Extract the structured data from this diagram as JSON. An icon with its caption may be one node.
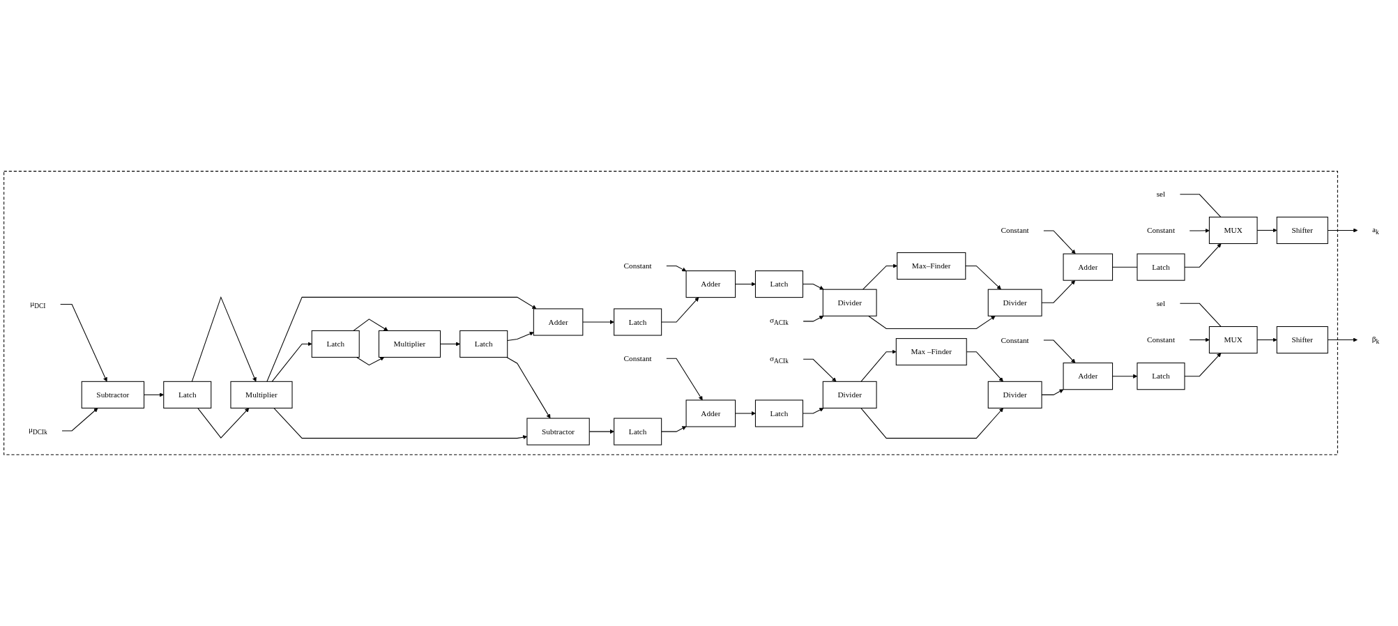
{
  "diagram": {
    "nodes": [
      {
        "text": [],
        "shape": "box"
      },
      {
        "text": [
          "μ$_{DCIk}$"
        ],
        "in": 0
      },
      {
        "text": [
          "μ$_{DCI}$"
        ],
        "in": 0
      },
      {
        "text": [
          "Subtractor"
        ],
        "in": 0
      },
      {
        "text": [
          "Latch"
        ],
        "in": 0
      },
      {
        "text": [
          "Multiplier"
        ],
        "in": 0
      },
      {
        "text": [
          "Latch"
        ],
        "in": 0
      },
      {
        "text": [
          "Multiplier"
        ],
        "in": 0
      },
      {
        "text": [
          "Latch"
        ],
        "in": 0
      },
      {
        "text": [
          "σ$_{ACIk}$"
        ],
        "in": 0
      },
      {
        "text": [
          "Divider"
        ],
        "in": 0
      },
      {
        "text": [
          "Latch"
        ],
        "in": 0
      },
      {
        "text": [
          "Adder"
        ],
        "in": 0
      },
      {
        "text": [
          "Constant"
        ],
        "in": 0
      },
      {
        "text": [
          "Latch"
        ],
        "in": 0
      },
      {
        "text": [
          "Adder"
        ],
        "in": 0
      },
      {
        "text": [
          "Subtractor"
        ],
        "in": 0
      },
      {
        "text": [
          "Latch"
        ],
        "in": 0
      },
      {
        "text": [
          "Adder"
        ],
        "in": 0
      },
      {
        "text": [
          "Constant"
        ],
        "in": 0
      },
      {
        "text": [
          "Latch"
        ],
        "in": 0
      },
      {
        "text": [
          "Divider"
        ],
        "in": 0
      },
      {
        "text": [
          "σ$_{ACIk}$"
        ],
        "in": 0
      },
      {
        "text": [
          "Max–Finder"
        ],
        "in": 0
      },
      {
        "text": [
          "Max –Finder"
        ],
        "in": 0
      },
      {
        "text": [
          "sel"
        ],
        "in": 0
      },
      {
        "text": [
          "Shifter"
        ],
        "in": 0
      },
      {
        "text": [
          "MUX"
        ],
        "in": 0
      },
      {
        "text": [
          "Latch"
        ],
        "in": 0
      },
      {
        "text": [
          "Adder"
        ],
        "in": 0
      },
      {
        "text": [
          "Divider"
        ],
        "in": 0
      },
      {
        "text": [
          "Constant"
        ],
        "in": 0
      },
      {
        "text": [
          "Constant"
        ],
        "in": 0
      },
      {
        "text": [
          "Divider"
        ],
        "in": 0
      },
      {
        "text": [
          "Adder"
        ],
        "in": 0
      },
      {
        "text": [
          "Latch"
        ],
        "in": 0
      },
      {
        "text": [
          "sel"
        ],
        "in": 0
      },
      {
        "text": [
          "MUX"
        ],
        "in": 0
      },
      {
        "text": [
          "Shifter"
        ],
        "in": 0
      },
      {
        "text": [
          "Constant"
        ],
        "in": 0
      },
      {
        "text": [
          "Constant"
        ],
        "in": 0
      },
      {
        "text": [
          "a$_{k}$"
        ]
      },
      {
        "text": [
          "β$_{k}$"
        ]
      }
    ],
    "edges": [
      {
        "from": 1,
        "to": 3,
        "arrow": "to"
      },
      {
        "from": 2,
        "to": 3,
        "arrow": "to"
      },
      {
        "from": 3,
        "to": 4,
        "arrow": "to"
      },
      {
        "from": 4,
        "to": 5,
        "arrow": "to"
      },
      {
        "from": 4,
        "to": 5,
        "arrow": "to"
      },
      {
        "from": 5,
        "to": 6,
        "arrow": "to"
      },
      {
        "from": 6,
        "to": 7,
        "arrow": "to"
      },
      {
        "from": 6,
        "to": 7,
        "arrow": "to"
      },
      {
        "from": 7,
        "to": 8,
        "arrow": "to"
      },
      {
        "from": 8,
        "to": 15,
        "arrow": "to"
      },
      {
        "from": 5,
        "to": 15,
        "arrow": "to"
      },
      {
        "from": 5,
        "to": 16,
        "arrow": "to"
      },
      {
        "from": 8,
        "to": 16,
        "arrow": "to"
      },
      {
        "from": 9,
        "to": 10,
        "arrow": "to"
      },
      {
        "from": 15,
        "to": 14,
        "arrow": "to"
      },
      {
        "from": 14,
        "to": 12,
        "arrow": "to"
      },
      {
        "from": 13,
        "to": 12,
        "arrow": "to"
      },
      {
        "from": 12,
        "to": 11,
        "arrow": "to"
      },
      {
        "from": 11,
        "to": 10,
        "arrow": "to"
      },
      {
        "from": 16,
        "to": 17,
        "arrow": "to"
      },
      {
        "from": 17,
        "to": 18,
        "arrow": "to"
      },
      {
        "from": 19,
        "to": 18,
        "arrow": "to"
      },
      {
        "from": 18,
        "to": 20,
        "arrow": "to"
      },
      {
        "from": 20,
        "to": 21,
        "arrow": "to"
      },
      {
        "from": 22,
        "to": 21,
        "arrow": "to"
      },
      {
        "from": 10,
        "to": 23,
        "arrow": "to"
      },
      {
        "from": 10,
        "to": 30,
        "arrow": "to"
      },
      {
        "from": 23,
        "to": 30,
        "arrow": "to"
      },
      {
        "from": 21,
        "to": 24,
        "arrow": "to"
      },
      {
        "from": 21,
        "to": 33,
        "arrow": "to"
      },
      {
        "from": 24,
        "to": 33,
        "arrow": "to"
      },
      {
        "from": 30,
        "to": 29,
        "arrow": "to"
      },
      {
        "from": 32,
        "to": 29,
        "arrow": "to"
      },
      {
        "from": 29,
        "to": 28,
        "arrow": "none"
      },
      {
        "from": 28,
        "to": 27,
        "arrow": "to"
      },
      {
        "from": 31,
        "to": 27,
        "arrow": "to"
      },
      {
        "from": 25,
        "to": 27,
        "arrow": "none"
      },
      {
        "from": 27,
        "to": 26,
        "arrow": "to"
      },
      {
        "from": 26,
        "to": 41,
        "arrow": "to"
      },
      {
        "from": 33,
        "to": 34,
        "arrow": "to"
      },
      {
        "from": 39,
        "to": 34,
        "arrow": "to"
      },
      {
        "from": 34,
        "to": 35,
        "arrow": "to"
      },
      {
        "from": 35,
        "to": 37,
        "arrow": "to"
      },
      {
        "from": 40,
        "to": 37,
        "arrow": "to"
      },
      {
        "from": 36,
        "to": 37,
        "arrow": "none"
      },
      {
        "from": 37,
        "to": 38,
        "arrow": "to"
      },
      {
        "from": 38,
        "to": 42,
        "arrow": "to"
      }
    ]
  }
}
